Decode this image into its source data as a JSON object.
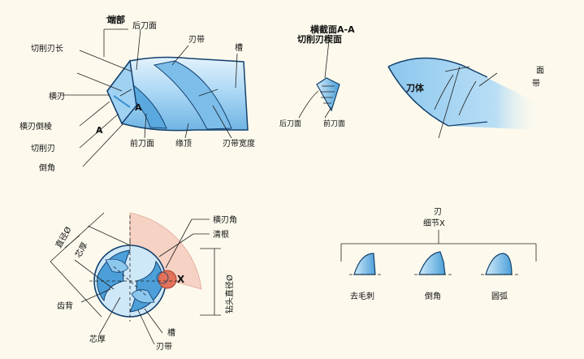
{
  "colors": {
    "background": "#fdfaed",
    "blue_light": "#b9def5",
    "blue_mid": "#8cc7ee",
    "blue_dark": "#3b92d1",
    "outline": "#14416e",
    "cone_pink": "#f6d2c4",
    "point_red": "#e2725b"
  },
  "labels": {
    "duanbu": "端部",
    "qiexue_renchang": "切削刃长",
    "hou_daomian": "后刀面",
    "rendai_top": "刃带",
    "cao_top": "槽",
    "hengren": "横刃",
    "hengren_daoleng": "横刃倒棱",
    "qiexue_ren": "切削刃",
    "daojiao_left": "倒角",
    "mark_a1": "A",
    "mark_a2": "A",
    "qian_daomian": "前刀面",
    "yuanding": "缘顶",
    "rendai_kuandu": "刃带宽度",
    "section_title": "横截面A-A",
    "section_sub": "切削刃楔面",
    "hou_daomian_small": "后刀面",
    "qian_daomian_small": "前刀面",
    "daoti": "刀体",
    "mian": "面",
    "dai": "带",
    "zhijing": "直径Ø",
    "xinhou_top": "芯厚",
    "chibei": "齿背",
    "xinhou_bottom": "芯厚",
    "cao_bottom": "槽",
    "rendai_bottom": "刃带",
    "hengren_jiao": "横刃角",
    "qinggen": "清根",
    "zuantou_zhijing": "钻头直径Ø",
    "mark_x": "X",
    "detail_title1": "刃",
    "detail_title2": "细节X",
    "qu_maoci": "去毛刺",
    "daojiao_detail": "倒角",
    "yuanhu": "圆弧"
  }
}
